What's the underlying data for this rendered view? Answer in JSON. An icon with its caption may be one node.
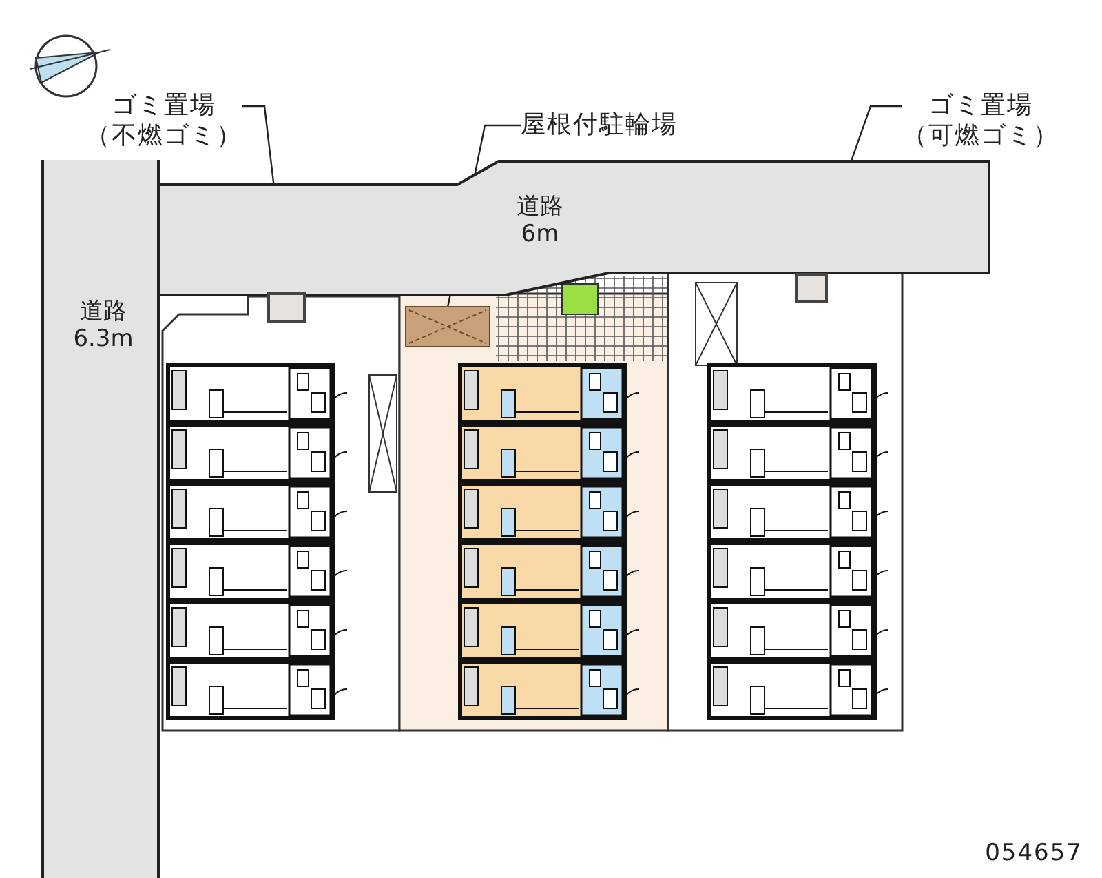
{
  "diagram": {
    "nodes": [
      {
        "text": [
          "ゴミ置場（不燃ゴミ）"
        ]
      },
      {
        "text": [],
        "shape": "box"
      },
      {
        "text": [
          "屋根付駐輪場"
        ]
      },
      {
        "text": [],
        "shape": "box"
      },
      {
        "text": [
          "ゴミ置場（可燃ゴミ）"
        ]
      },
      {
        "text": [],
        "shape": "box"
      },
      {
        "text": [
          "道路",
          "6m"
        ]
      },
      {
        "text": [
          "道路",
          "6.3m"
        ]
      }
    ],
    "edges": [
      {
        "from": 0,
        "to": 1,
        "arrow": "none"
      },
      {
        "from": 2,
        "to": 3,
        "arrow": "none"
      },
      {
        "from": 4,
        "to": 5,
        "arrow": "none"
      }
    ],
    "labels": [
      "054657"
    ]
  }
}
